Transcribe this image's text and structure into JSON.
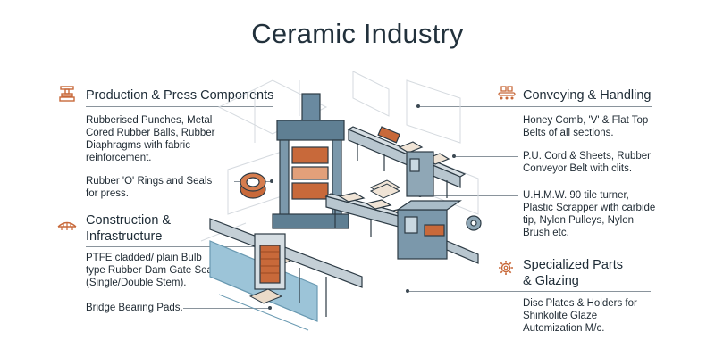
{
  "title": "Ceramic Industry",
  "colors": {
    "accent": "#c8693a",
    "steel": "#5f7f93",
    "line": "#2c3a44",
    "water": "#9cc4d8"
  },
  "left": {
    "production": {
      "icon": "press-icon",
      "title": "Production & Press Components",
      "items": [
        [
          "Rubberised Punches, Metal",
          "Cored Rubber Balls, Rubber",
          "Diaphragms with fabric",
          "reinforcement."
        ],
        [
          "Rubber 'O' Rings and Seals",
          "for press."
        ]
      ]
    },
    "construction": {
      "icon": "bridge-icon",
      "title_lines": [
        "Construction &",
        "Infrastructure"
      ],
      "items": [
        [
          "PTFE cladded/ plain Bulb",
          "type Rubber Dam Gate Seals",
          "(Single/Double Stem)."
        ],
        [
          "Bridge Bearing Pads."
        ]
      ]
    }
  },
  "right": {
    "conveying": {
      "icon": "conveyor-icon",
      "title": "Conveying & Handling",
      "items": [
        [
          "Honey Comb, 'V' & Flat Top",
          "Belts of all sections."
        ],
        [
          "P.U. Cord & Sheets, Rubber",
          "Conveyor Belt with clits."
        ],
        [
          "U.H.M.W. 90 tile turner,",
          "Plastic Scrapper with carbide",
          "tip, Nylon Pulleys, Nylon",
          "Brush etc."
        ]
      ]
    },
    "specialized": {
      "icon": "gear-icon",
      "title_lines": [
        "Specialized Parts",
        "& Glazing"
      ],
      "items": [
        [
          "Disc Plates & Holders for",
          "Shinkolite Glaze",
          "Automization M/c."
        ]
      ]
    }
  }
}
